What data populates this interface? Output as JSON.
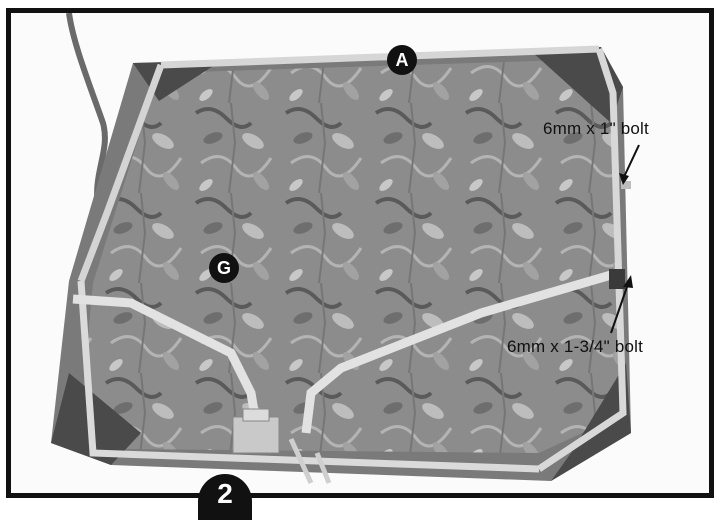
{
  "figure": {
    "step_number": "2",
    "part_labels": {
      "a": "A",
      "g": "G"
    },
    "callouts": {
      "bolt_short": "6mm x 1\" bolt",
      "bolt_long": "6mm x 1-3/4\" bolt"
    }
  }
}
